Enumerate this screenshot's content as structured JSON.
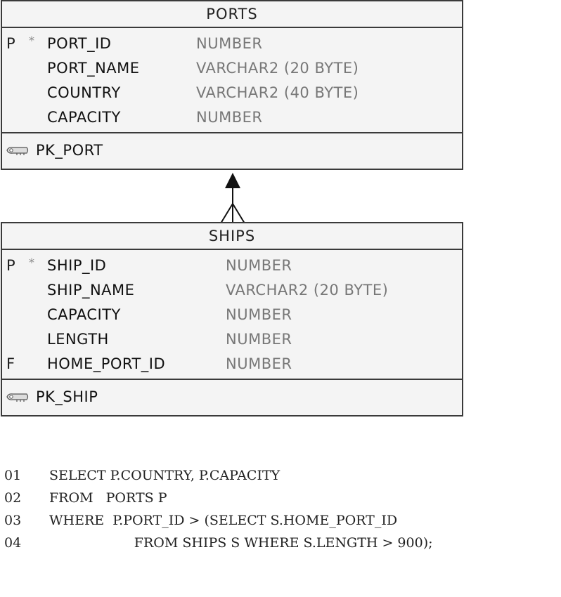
{
  "entities": {
    "ports": {
      "title": "PORTS",
      "columns": [
        {
          "flag": "P",
          "required": "*",
          "name": "PORT_ID",
          "type": "NUMBER"
        },
        {
          "flag": "",
          "required": "",
          "name": "PORT_NAME",
          "type": "VARCHAR2 (20 BYTE)"
        },
        {
          "flag": "",
          "required": "",
          "name": "COUNTRY",
          "type": "VARCHAR2 (40 BYTE)"
        },
        {
          "flag": "",
          "required": "",
          "name": "CAPACITY",
          "type": "NUMBER"
        }
      ],
      "key": "PK_PORT"
    },
    "ships": {
      "title": "SHIPS",
      "columns": [
        {
          "flag": "P",
          "required": "*",
          "name": "SHIP_ID",
          "type": "NUMBER"
        },
        {
          "flag": "",
          "required": "",
          "name": "SHIP_NAME",
          "type": "VARCHAR2 (20 BYTE)"
        },
        {
          "flag": "",
          "required": "",
          "name": "CAPACITY",
          "type": "NUMBER"
        },
        {
          "flag": "",
          "required": "",
          "name": "LENGTH",
          "type": "NUMBER"
        },
        {
          "flag": "F",
          "required": "",
          "name": "HOME_PORT_ID",
          "type": "NUMBER"
        }
      ],
      "key": "PK_SHIP"
    }
  },
  "relationship": {
    "parent": "PORTS",
    "child": "SHIPS",
    "cardinality": "one-to-many"
  },
  "colors": {
    "border": "#3a3a3a",
    "background": "#f4f4f4",
    "type_text": "#777777",
    "name_text": "#111111"
  },
  "sql": {
    "lines": [
      {
        "num": "01",
        "code": "SELECT P.COUNTRY, P.CAPACITY"
      },
      {
        "num": "02",
        "code": "FROM   PORTS P"
      },
      {
        "num": "03",
        "code": "WHERE  P.PORT_ID > (SELECT S.HOME_PORT_ID"
      },
      {
        "num": "04",
        "code": "                    FROM SHIPS S WHERE S.LENGTH > 900);"
      }
    ]
  }
}
